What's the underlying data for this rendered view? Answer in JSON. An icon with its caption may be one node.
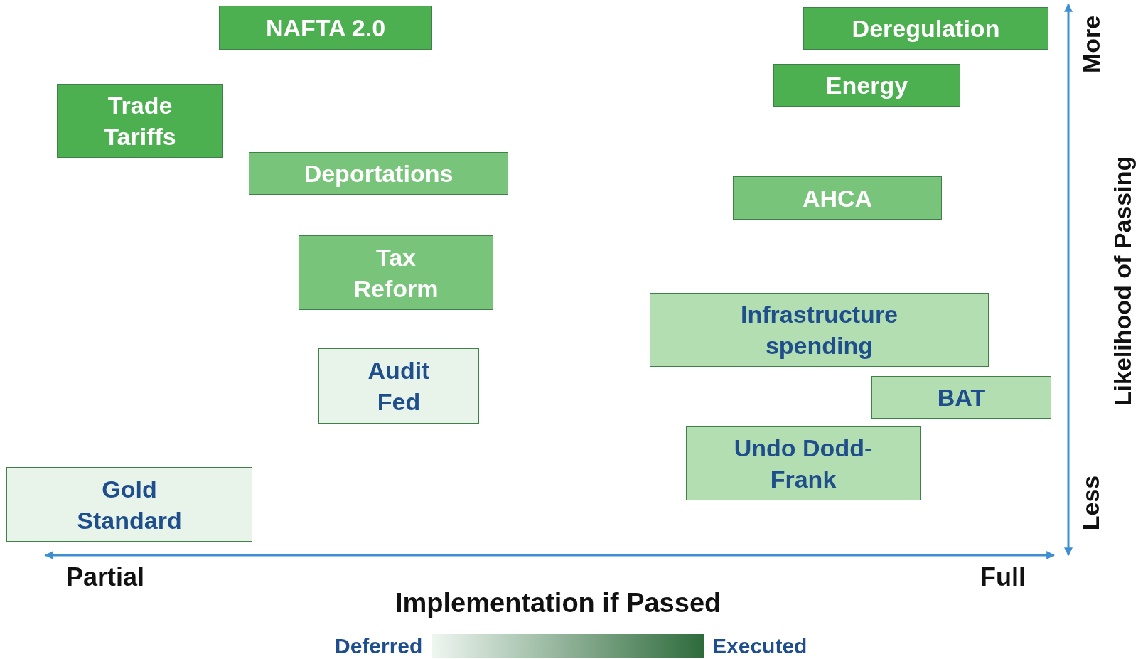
{
  "diagram": {
    "nodes": [
      {
        "text": [
          "NAFTA 2.0"
        ]
      },
      {
        "text": [
          "Deregulation"
        ]
      },
      {
        "text": [
          "Energy"
        ]
      },
      {
        "text": [
          "Trade Tariffs"
        ]
      },
      {
        "text": [
          "Deportations"
        ]
      },
      {
        "text": [
          "AHCA"
        ]
      },
      {
        "text": [
          "Tax Reform"
        ]
      },
      {
        "text": [
          "Infrastructure spending"
        ]
      },
      {
        "text": [
          "Audit Fed"
        ]
      },
      {
        "text": [
          "BAT"
        ]
      },
      {
        "text": [
          "Undo Dodd-Frank"
        ]
      },
      {
        "text": [
          "Gold Standard"
        ]
      },
      {
        "text": [],
        "shape": "bar",
        "beside": [
          "Deferred",
          "Executed"
        ]
      }
    ],
    "edges": [],
    "labels": [
      "Partial",
      "Full",
      "Implementation if Passed",
      "More",
      "Likelihood of Passing",
      "Less"
    ]
  }
}
